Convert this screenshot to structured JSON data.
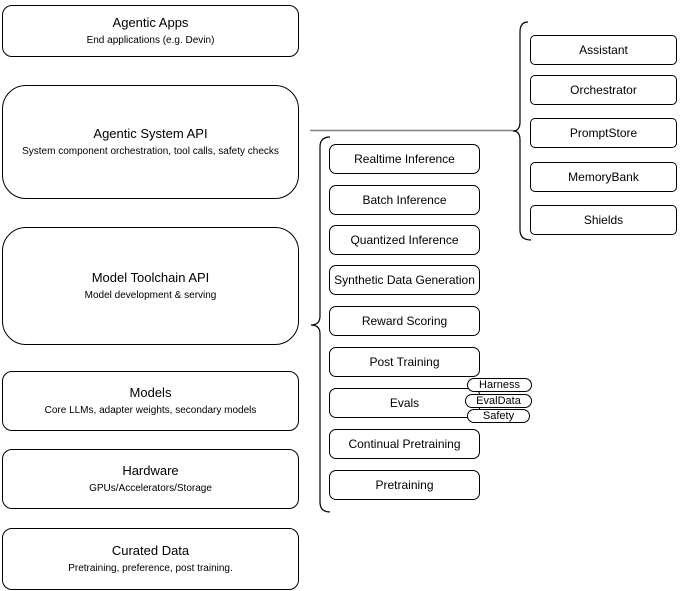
{
  "diagram": {
    "left_stack": [
      {
        "title": "Agentic Apps",
        "subtitle": "End applications (e.g. Devin)"
      },
      {
        "title": "Agentic System API",
        "subtitle": "System component orchestration, tool calls, safety checks"
      },
      {
        "title": "Model Toolchain API",
        "subtitle": "Model development & serving"
      },
      {
        "title": "Models",
        "subtitle": "Core LLMs, adapter weights, secondary models"
      },
      {
        "title": "Hardware",
        "subtitle": "GPUs/Accelerators/Storage"
      },
      {
        "title": "Curated Data",
        "subtitle": "Pretraining, preference, post training."
      }
    ],
    "toolchain_items": [
      "Realtime Inference",
      "Batch Inference",
      "Quantized Inference",
      "Synthetic Data Generation",
      "Reward Scoring",
      "Post Training",
      "Evals",
      "Continual Pretraining",
      "Pretraining"
    ],
    "evals_tags": [
      "Harness",
      "EvalData",
      "Safety"
    ],
    "system_components": [
      "Assistant",
      "Orchestrator",
      "PromptStore",
      "MemoryBank",
      "Shields"
    ],
    "colors": {
      "node_border": "#000000",
      "node_fill": "#ffffff",
      "text": "#000000",
      "connector": "#808080"
    }
  }
}
